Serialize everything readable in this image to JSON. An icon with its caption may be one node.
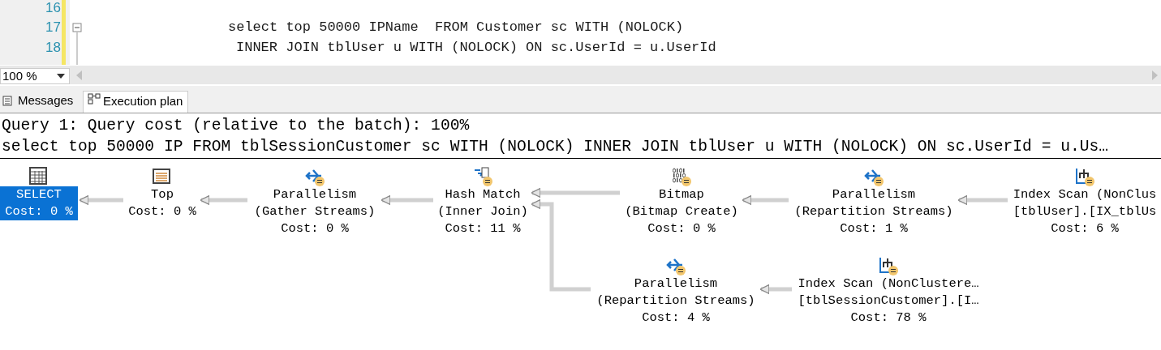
{
  "diagram": {
    "nodes": [
      {
        "text": [
          "SELECT",
          "Cost: 0 %"
        ]
      },
      {
        "text": [
          "Top",
          "Cost: 0 %"
        ]
      },
      {
        "text": [
          "Parallelism",
          "(Gather Streams)",
          "Cost: 0 %"
        ]
      },
      {
        "text": [
          "Hash Match",
          "(Inner Join)",
          "Cost: 11 %"
        ]
      },
      {
        "text": [
          "Bitmap",
          "(Bitmap Create)",
          "Cost: 0 %"
        ]
      },
      {
        "text": [
          "Parallelism",
          "(Repartition Streams)",
          "Cost: 1 %"
        ]
      },
      {
        "text": [
          "Index Scan (NonClus",
          "[tblUser].[IX_tblUs",
          "Cost: 6 %"
        ]
      },
      {
        "text": [
          "Parallelism",
          "(Repartition Streams)",
          "Cost: 4 %"
        ]
      },
      {
        "text": [
          "Index Scan (NonClustere…",
          "[tblSessionCustomer].[I…",
          "Cost: 78 %"
        ]
      }
    ],
    "edges": [
      {
        "from": 1,
        "to": 0,
        "arrow": "to"
      },
      {
        "from": 2,
        "to": 1,
        "arrow": "to"
      },
      {
        "from": 3,
        "to": 2,
        "arrow": "to"
      },
      {
        "from": 4,
        "to": 3,
        "arrow": "to"
      },
      {
        "from": 5,
        "to": 4,
        "arrow": "to"
      },
      {
        "from": 6,
        "to": 5,
        "arrow": "to"
      },
      {
        "from": 7,
        "to": 3,
        "arrow": "to"
      },
      {
        "from": 8,
        "to": 7,
        "arrow": "to"
      }
    ],
    "labels": [
      "16",
      "17",
      "select top 50000 IPName  FROM Customer sc WITH (NOLOCK)",
      "18",
      "INNER JOIN tblUser u WITH (NOLOCK) ON sc.UserId = u.UserId",
      "100 %",
      "Messages",
      "Execution plan",
      "Query 1: Query cost (relative to the batch): 100%",
      "select top 50000 IP FROM tblSessionCustomer sc WITH (NOLOCK) INNER JOIN tblUser u WITH (NOLOCK) ON sc.UserId = u.Us…"
    ]
  }
}
